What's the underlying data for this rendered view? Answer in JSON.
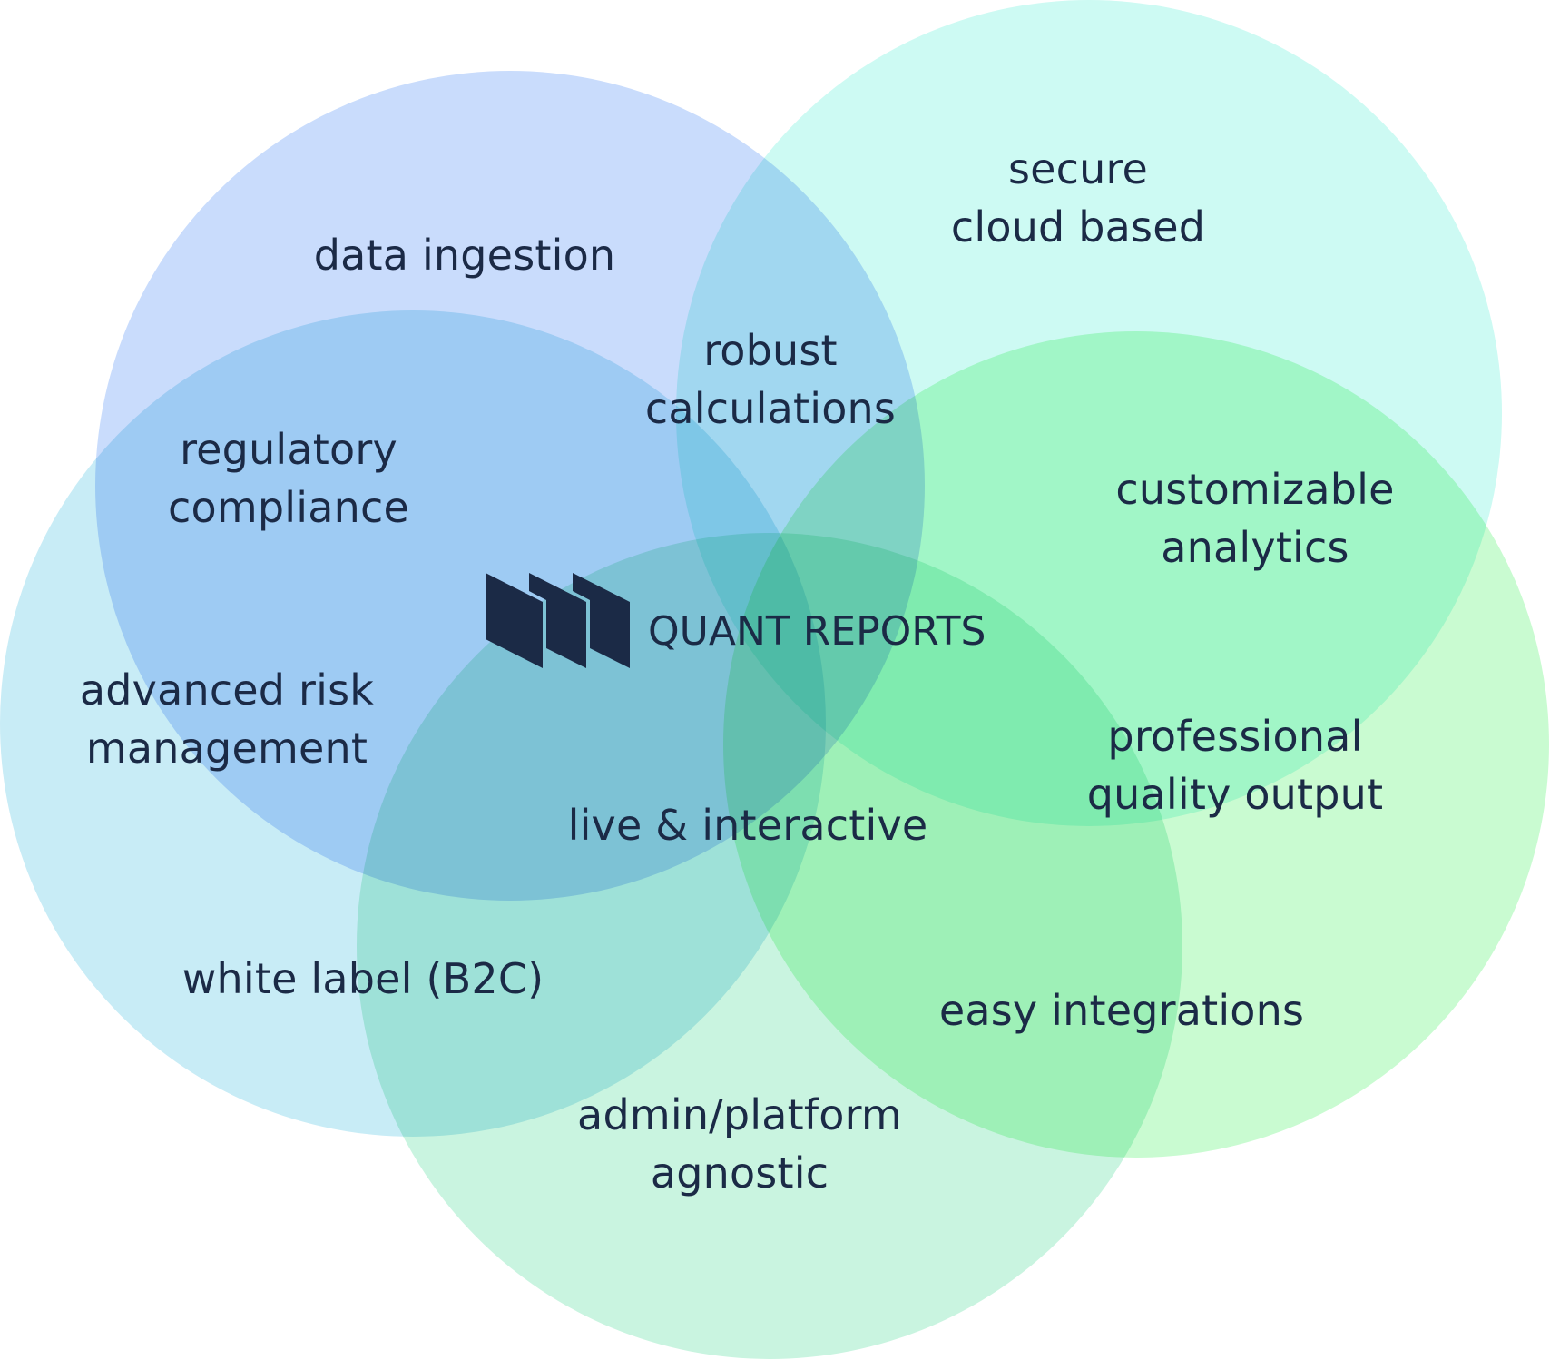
{
  "brand": {
    "name": "QUANT REPORTS",
    "ink_color": "#1b2a46"
  },
  "circles": [
    {
      "name": "top-left",
      "color": "#c9dcfc"
    },
    {
      "name": "top-right",
      "color": "#cdfaf3"
    },
    {
      "name": "left",
      "color": "#c8ecf6"
    },
    {
      "name": "right",
      "color": "#c9fbd1"
    },
    {
      "name": "bottom",
      "color": "#c9f4e0"
    }
  ],
  "labels": {
    "data_ingestion": [
      "data ingestion"
    ],
    "secure_cloud": [
      "secure",
      "cloud based"
    ],
    "robust_calculations": [
      "robust",
      "calculations"
    ],
    "regulatory_compliance": [
      "regulatory",
      "compliance"
    ],
    "customizable_analytics": [
      "customizable",
      "analytics"
    ],
    "advanced_risk": [
      "advanced risk",
      "management"
    ],
    "professional_output": [
      "professional",
      "quality output"
    ],
    "live_interactive": [
      "live & interactive"
    ],
    "white_label": [
      "white label (B2C)"
    ],
    "easy_integrations": [
      "easy integrations"
    ],
    "admin_platform": [
      "admin/platform",
      "agnostic"
    ]
  }
}
